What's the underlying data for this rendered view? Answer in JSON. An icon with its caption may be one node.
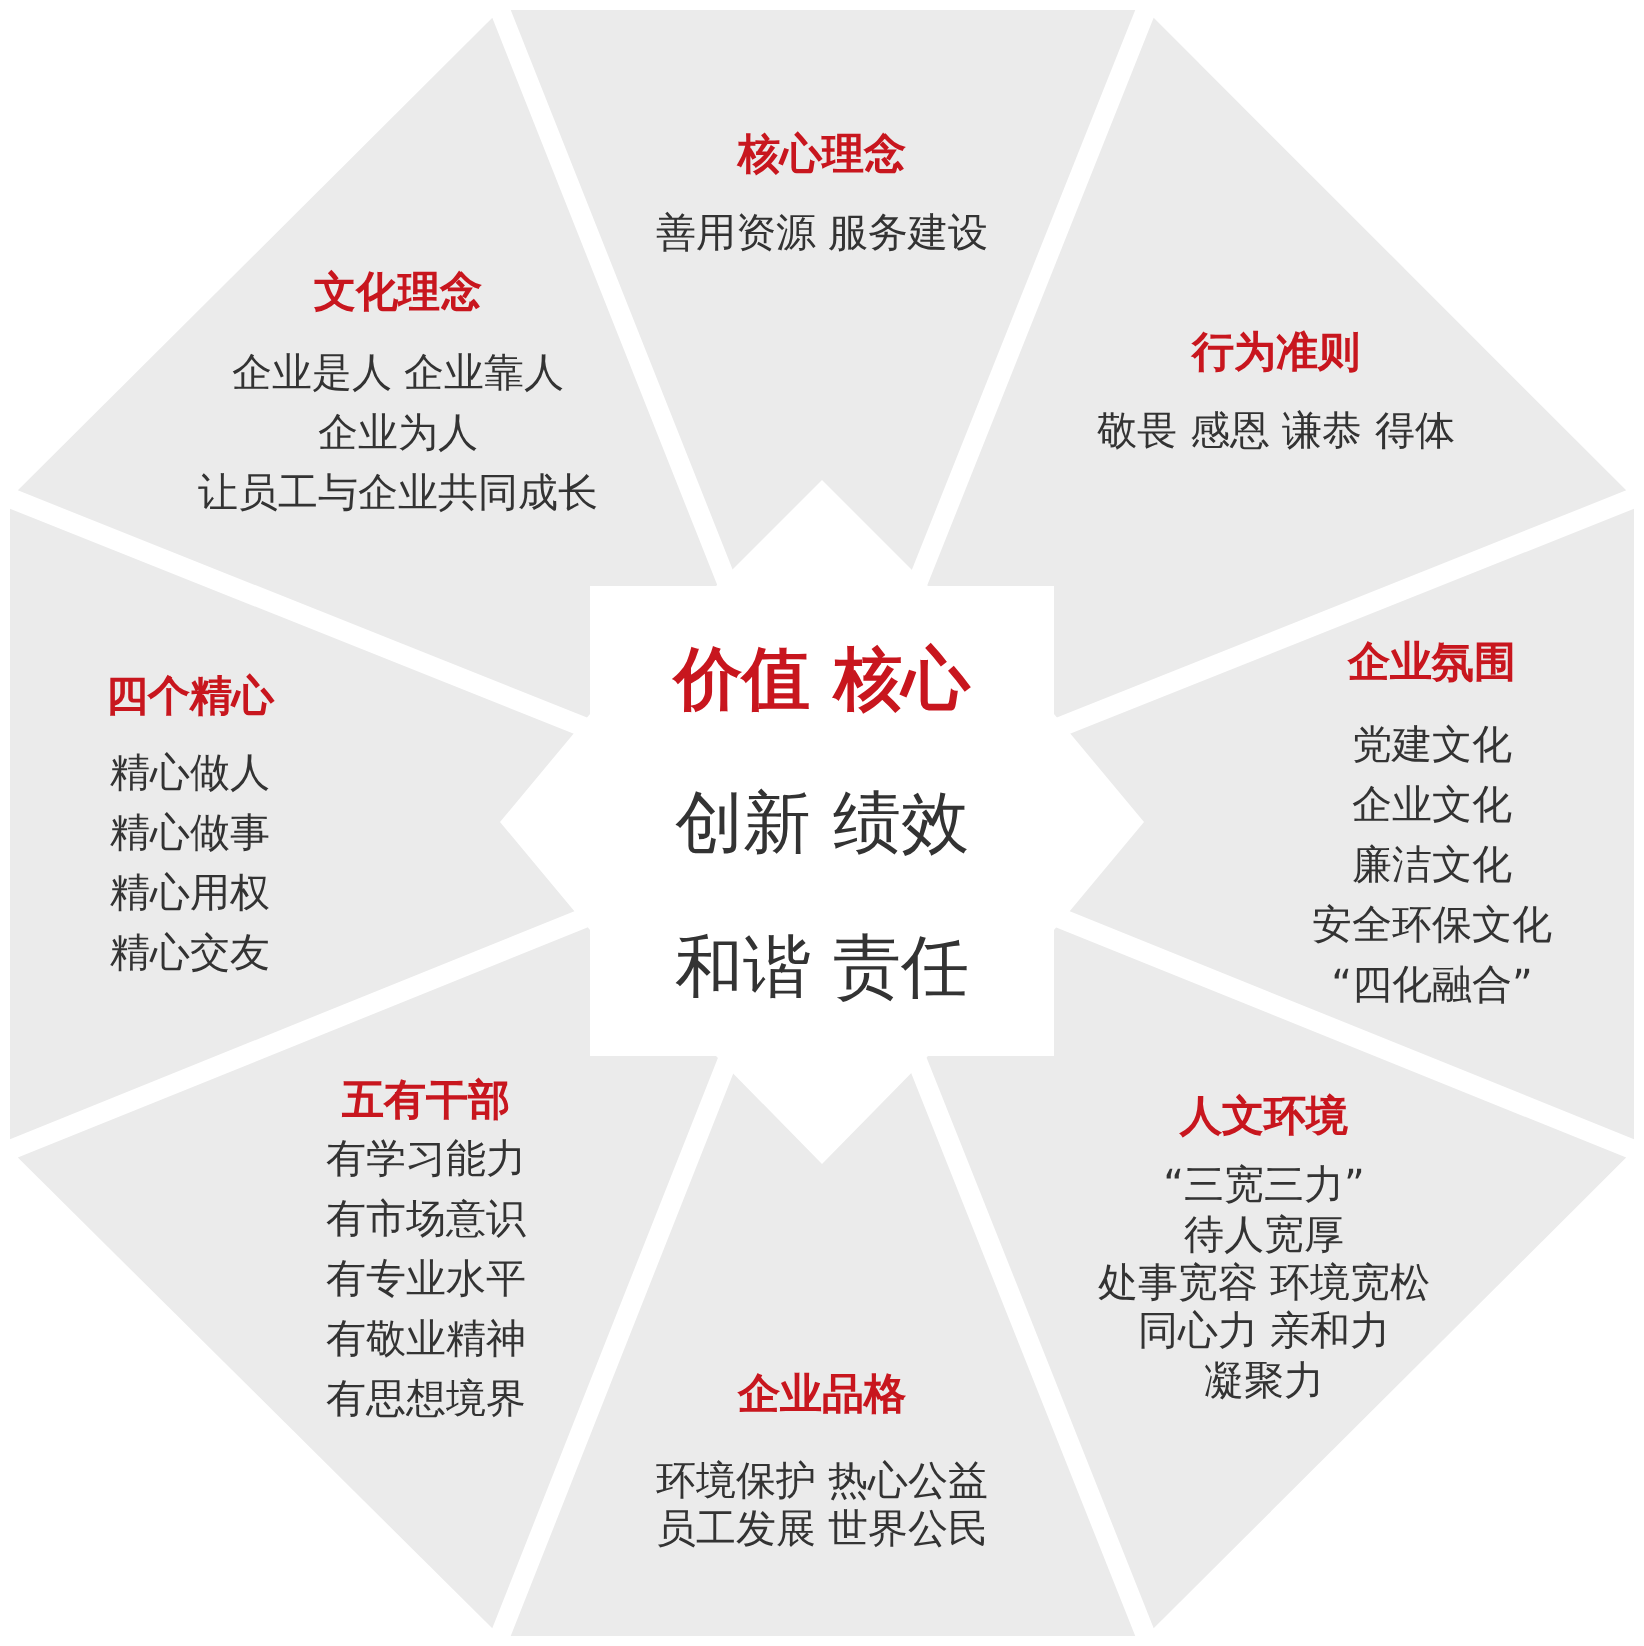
{
  "diagram": {
    "nodes": [
      {
        "text": [
          "价值 核心",
          "创新 绩效",
          "和谐 责任"
        ]
      },
      {
        "text": [
          "核心理念",
          "善用资源 服务建设"
        ]
      },
      {
        "text": [
          "行为准则",
          "敬畏 感恩 谦恭 得体"
        ]
      },
      {
        "text": [
          "企业氛围",
          "党建文化",
          "企业文化",
          "廉洁文化",
          "安全环保文化",
          "“四化融合”"
        ]
      },
      {
        "text": [
          "人文环境",
          "“三宽三力”",
          "待人宽厚",
          "处事宽容 环境宽松",
          "同心力 亲和力",
          "凝聚力"
        ]
      },
      {
        "text": [
          "企业品格",
          "环境保护 热心公益",
          "员工发展 世界公民"
        ]
      },
      {
        "text": [
          "五有干部",
          "有学习能力",
          "有市场意识",
          "有专业水平",
          "有敬业精神",
          "有思想境界"
        ]
      },
      {
        "text": [
          "四个精心",
          "精心做人",
          "精心做事",
          "精心用权",
          "精心交友"
        ]
      },
      {
        "text": [
          "文化理念",
          "企业是人 企业靠人",
          "企业为人",
          "让员工与企业共同成长"
        ]
      }
    ]
  }
}
